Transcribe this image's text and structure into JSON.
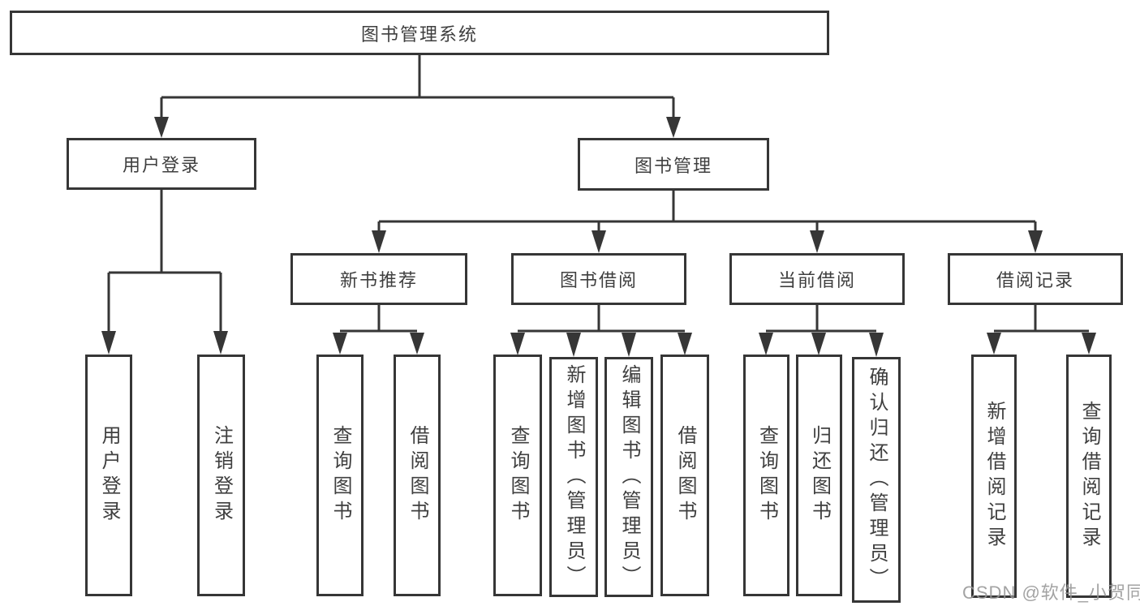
{
  "diagram": {
    "type": "tree",
    "tree": {
      "label": "图书管理系统",
      "children": [
        {
          "label": "用户登录",
          "children": [
            {
              "label": "用户登录"
            },
            {
              "label": "注销登录"
            }
          ]
        },
        {
          "label": "图书管理",
          "children": [
            {
              "label": "新书推荐",
              "children": [
                {
                  "label": "查询图书"
                },
                {
                  "label": "借阅图书"
                }
              ]
            },
            {
              "label": "图书借阅",
              "children": [
                {
                  "label": "查询图书"
                },
                {
                  "label": "新增图书（管理员）"
                },
                {
                  "label": "编辑图书（管理员）"
                },
                {
                  "label": "借阅图书"
                }
              ]
            },
            {
              "label": "当前借阅",
              "children": [
                {
                  "label": "查询图书"
                },
                {
                  "label": "归还图书"
                },
                {
                  "label": "确认归还（管理员）"
                }
              ]
            },
            {
              "label": "借阅记录",
              "children": [
                {
                  "label": "新增借阅记录"
                },
                {
                  "label": "查询借阅记录"
                }
              ]
            }
          ]
        }
      ]
    }
  },
  "watermark": {
    "text": "CSDN @软件_小贺同学"
  },
  "colors": {
    "line": "#363636",
    "box_border": "#363636",
    "text": "#3f3f3f",
    "watermark": "#969696",
    "background": "#ffffff"
  }
}
